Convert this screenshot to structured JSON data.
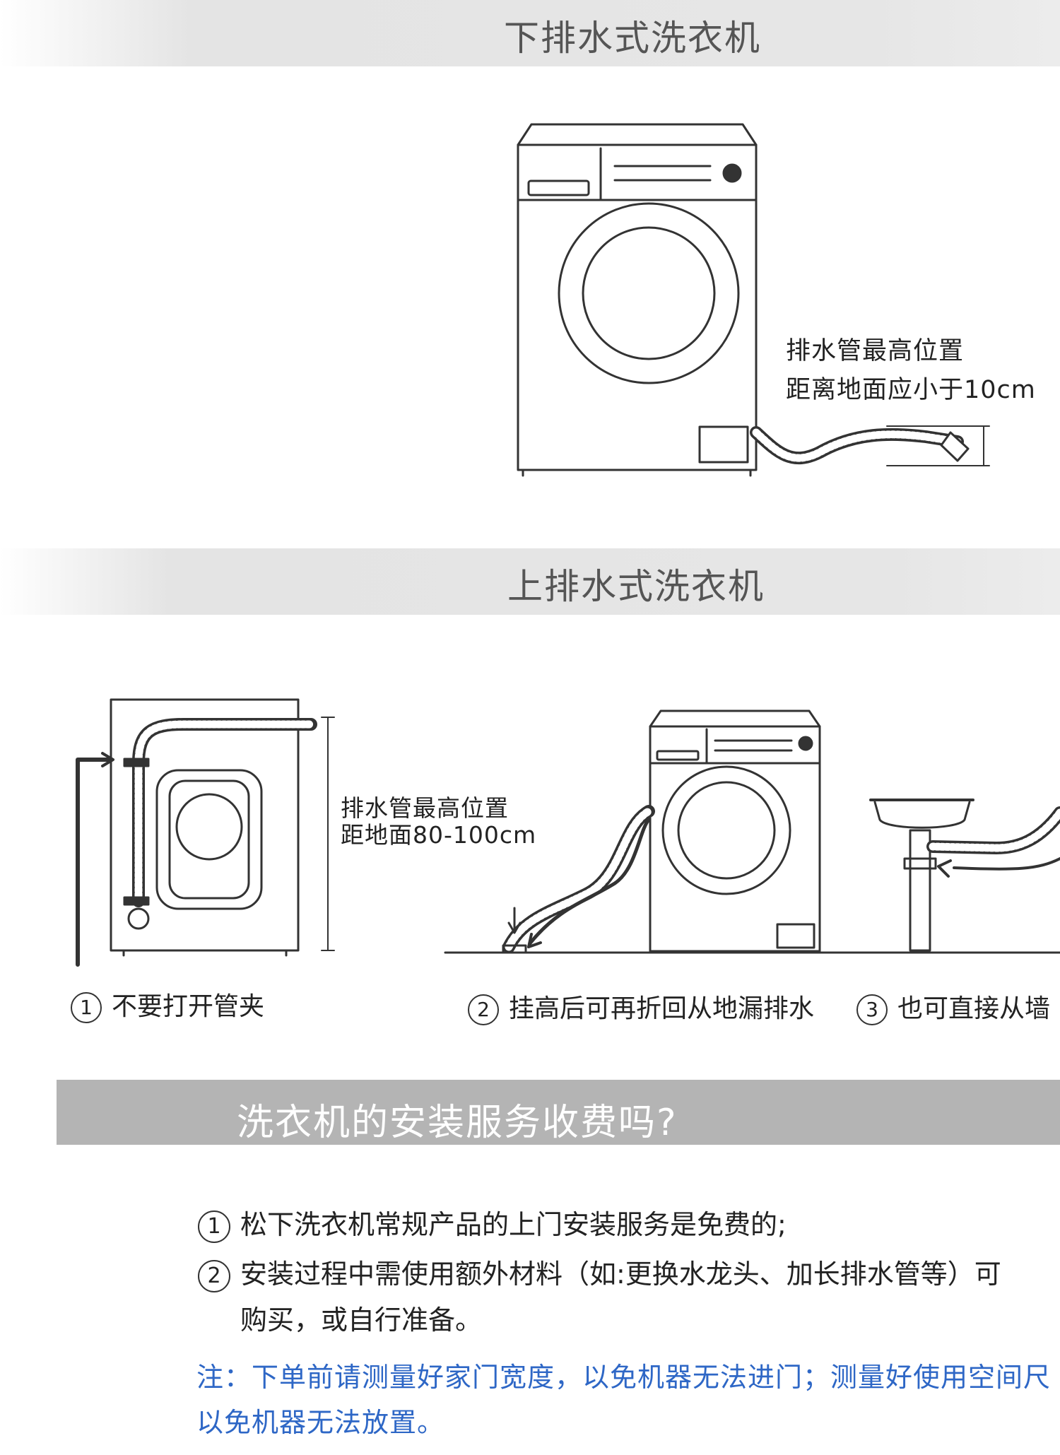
{
  "sections": {
    "bottom_drain_title": "下排水式洗衣机",
    "top_drain_title": "上排水式洗衣机"
  },
  "bottom_drain": {
    "note_line1": "排水管最高位置",
    "note_line2": "距离地面应小于10cm"
  },
  "top_drain": {
    "note_line1": "排水管最高位置",
    "note_line2": "距地面80-100cm",
    "steps": [
      {
        "num": "1",
        "label": "不要打开管夹"
      },
      {
        "num": "2",
        "label": "挂高后可再折回从地漏排水"
      },
      {
        "num": "3",
        "label": "也可直接从墙"
      }
    ]
  },
  "faq": {
    "title": "洗衣机的安装服务收费吗?",
    "items": [
      {
        "num": "1",
        "text": "松下洗衣机常规产品的上门安装服务是免费的;"
      },
      {
        "num": "2",
        "text": "安装过程中需使用额外材料（如:更换水龙头、加长排水管等）可",
        "continuation": "购买，或自行准备。"
      }
    ],
    "notice_line1": "注：下单前请测量好家门宽度，以免机器无法进门；测量好使用空间尺",
    "notice_line2": "以免机器无法放置。"
  },
  "colors": {
    "band_gray": "#e6e6e6",
    "faq_bar": "#b4b4b4",
    "notice_blue": "#2e67c6"
  }
}
